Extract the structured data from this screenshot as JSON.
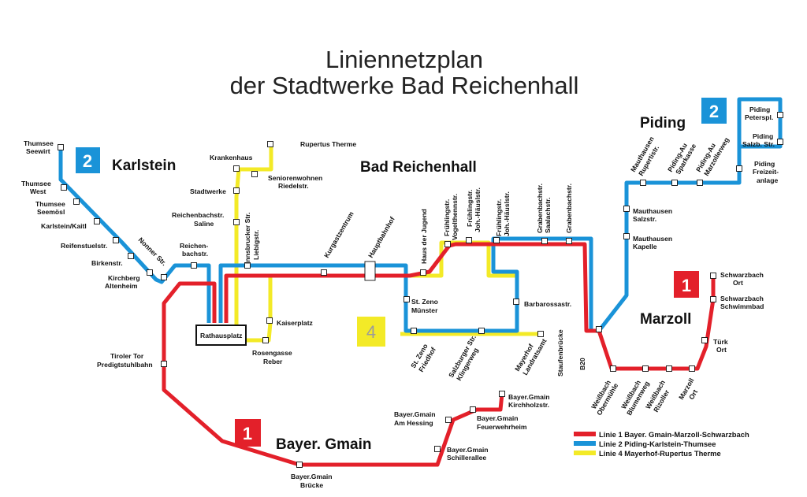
{
  "title": {
    "line1": "Liniennetzplan",
    "line2": "der Stadtwerke Bad Reichenhall"
  },
  "colors": {
    "line1": "#e3202a",
    "line2": "#1a93d8",
    "line4": "#f3ea27",
    "badge_gray_text": "#9b9b9b"
  },
  "areas": {
    "karlstein": "Karlstein",
    "bad_reichenhall": "Bad Reichenhall",
    "piding": "Piding",
    "marzoll": "Marzoll",
    "bayer_gmain": "Bayer. Gmain"
  },
  "badges": {
    "karlstein": "2",
    "piding": "2",
    "marzoll": "1",
    "bayer_gmain": "1",
    "center": "4"
  },
  "stations": {
    "thumsee_seewirt": [
      "Thumsee",
      "Seewirt"
    ],
    "thumsee_west": [
      "Thumsee",
      "West"
    ],
    "thumsee_seemoesl": [
      "Thumsee",
      "Seemösl"
    ],
    "karlstein_kaitl": [
      "Karlstein/Kaitl"
    ],
    "reifenstuelstr": [
      "Reifenstuelstr."
    ],
    "birkenstr": [
      "Birkenstr."
    ],
    "kirchberg": [
      "Kirchberg",
      "Altenheim"
    ],
    "nonner_str": [
      "Nonner Str."
    ],
    "reichenbachstr": [
      "Reichen-",
      "bachstr."
    ],
    "krankenhaus": [
      "Krankenhaus"
    ],
    "stadtwerke": [
      "Stadtwerke"
    ],
    "saline": [
      "Reichenbachstr.",
      "Saline"
    ],
    "innsbrucker": [
      "Innsbrucker Str.",
      "Liebigstr."
    ],
    "rupertus_therme": [
      "Rupertus Therme"
    ],
    "seniorenwohnen": [
      "Seniorenwohnen",
      "Riedelstr."
    ],
    "kurgastzentrum": [
      "Kurgastzentrum"
    ],
    "hauptbahnhof": [
      "Hauptbahnhof"
    ],
    "haus_der_jugend": [
      "Haus der Jugend"
    ],
    "fruehlingstr_vogelthenn": [
      "Frühlingstr.",
      "Vogelthennstr."
    ],
    "fruehlingstr_joh1": [
      "Frühlingstr.",
      "Joh.-Häuslstr."
    ],
    "fruehlingstr_joh2": [
      "Frühlingstr.",
      "Joh.-Häuslstr."
    ],
    "grabenbachstr_saalach": [
      "Grabenbachstr.",
      "Saalachstr."
    ],
    "grabenbachstr": [
      "Grabenbachstr."
    ],
    "st_zeno_muenster": [
      "St. Zeno",
      "Münster"
    ],
    "barbarossastr": [
      "Barbarossastr."
    ],
    "st_zeno_friedhof": [
      "St. Zeno",
      "Friedhof"
    ],
    "salzburger_str": [
      "Salzburger Str.",
      "Klingerweg"
    ],
    "mayerhof": [
      "Mayerhof",
      "Landratsamt"
    ],
    "kaiserplatz": [
      "Kaiserplatz"
    ],
    "rathausplatz": [
      "Rathausplatz"
    ],
    "rosengasse": [
      "Rosengasse",
      "Reber"
    ],
    "tiroler_tor": [
      "Tiroler Tor",
      "Predigtstuhlbahn"
    ],
    "mauthausen_rupertistr": [
      "Mauthausen",
      "Rupertistr."
    ],
    "piding_au_sparkasse": [
      "Piding-Au",
      "Sparkasse"
    ],
    "piding_au_marzollerweg": [
      "Piding-Au",
      "Marzollerweg"
    ],
    "piding_peterspl": [
      "Piding",
      "Peterspl."
    ],
    "piding_salzb": [
      "Piding",
      "Salzb. Str."
    ],
    "piding_freizeit": [
      "Piding",
      "Freizeit-",
      "anlage"
    ],
    "mauthausen_salzstr": [
      "Mauthausen",
      "Salzstr."
    ],
    "mauthausen_kapelle": [
      "Mauthausen",
      "Kapelle"
    ],
    "staufenbruecke": [
      "Staufenbrücke",
      "B20"
    ],
    "weissbach_obermuehle": [
      "Weißbach",
      "Obermühle"
    ],
    "weissbach_blumenweg": [
      "Weißbach",
      "Blumenweg"
    ],
    "weissbach_rizoller": [
      "Weißbach",
      "Rizoller"
    ],
    "marzoll_ort": [
      "Marzoll",
      "Ort"
    ],
    "tuerk_ort": [
      "Türk",
      "Ort"
    ],
    "schwarzbach_schwimmbad": [
      "Schwarzbach",
      "Schwimmbad"
    ],
    "schwarzbach_ort": [
      "Schwarzbach",
      "Ort"
    ],
    "bayer_gmain_kirchholzstr": [
      "Bayer.Gmain",
      "Kirchholzstr."
    ],
    "bayer_gmain_am_hessing": [
      "Bayer.Gmain",
      "Am Hessing"
    ],
    "bayer_gmain_feuerwehrheim": [
      "Bayer.Gmain",
      "Feuerwehrheim"
    ],
    "bayer_gmain_schillerallee": [
      "Bayer.Gmain",
      "Schillerallee"
    ],
    "bayer_gmain_bruecke": [
      "Bayer.Gmain",
      "Brücke"
    ]
  },
  "legend": [
    {
      "line": "1",
      "text": "Linie  1  Bayer. Gmain-Marzoll-Schwarzbach",
      "color": "#e3202a"
    },
    {
      "line": "2",
      "text": "Linie  2  Piding-Karlstein-Thumsee",
      "color": "#1a93d8"
    },
    {
      "line": "4",
      "text": "Linie  4  Mayerhof-Rupertus Therme",
      "color": "#f3ea27"
    }
  ]
}
